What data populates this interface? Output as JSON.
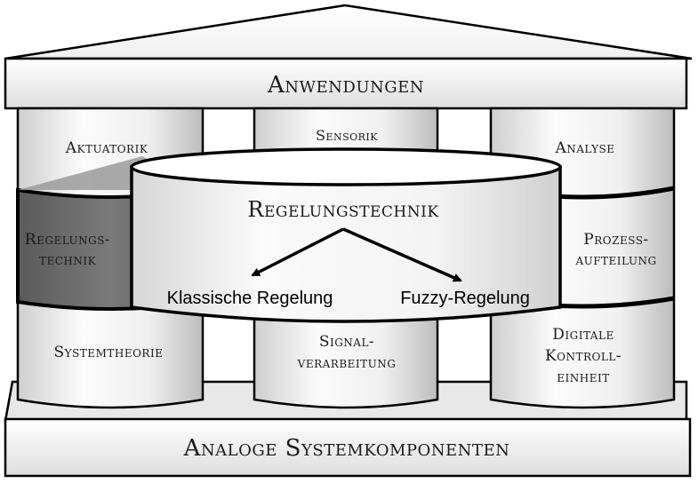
{
  "roof": {
    "label": "Anwendungen"
  },
  "base": {
    "label": "Analoge Systemkomponenten"
  },
  "columns": {
    "left": {
      "top": "Aktuatorik",
      "middle": [
        "Regelungs-",
        "technik"
      ],
      "bottom": "Systemtheorie"
    },
    "center": {
      "top": "Sensorik",
      "bottom": [
        "Signal-",
        "verarbeitung"
      ]
    },
    "right": {
      "top": "Analyse",
      "middle": [
        "Prozess-",
        "aufteilung"
      ],
      "bottom": [
        "Digitale",
        "Kontroll-",
        "einheit"
      ]
    }
  },
  "central_drum": {
    "title": "Regelungstechnik",
    "branches": [
      "Klassische Regelung",
      "Fuzzy-Regelung"
    ]
  },
  "colors": {
    "outline": "#000000",
    "column_light": "#f4f4f4",
    "column_shadow": "#bdbdbd",
    "highlight_dark": "#6e6e6e"
  }
}
